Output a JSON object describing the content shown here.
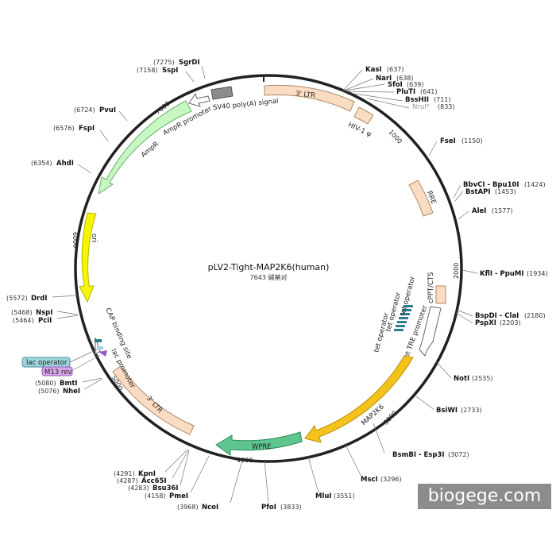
{
  "plasmid": {
    "name": "pLV2-Tight-MAP2K6(human)",
    "size_label": "7643 碱基对",
    "total_bp": 7643
  },
  "watermark": "biogege.com",
  "ticks": [
    {
      "bp": 1000,
      "label": "1000"
    },
    {
      "bp": 2000,
      "label": "2000"
    },
    {
      "bp": 3000,
      "label": "3000"
    },
    {
      "bp": 4000,
      "label": "4000"
    },
    {
      "bp": 5000,
      "label": "5000"
    },
    {
      "bp": 6000,
      "label": "6000"
    },
    {
      "bp": 7000,
      "label": "7000"
    }
  ],
  "sites": [
    {
      "name": "KasI",
      "pos": "(637)",
      "bp": 637,
      "side": "right"
    },
    {
      "name": "NarI",
      "pos": "(638)",
      "bp": 638,
      "side": "right"
    },
    {
      "name": "SfoI",
      "pos": "(639)",
      "bp": 639,
      "side": "right"
    },
    {
      "name": "PluTI",
      "pos": "(641)",
      "bp": 641,
      "side": "right"
    },
    {
      "name": "BssHII",
      "pos": "(711)",
      "bp": 711,
      "side": "right"
    },
    {
      "name": "NruI*",
      "pos": "(833)",
      "bp": 833,
      "side": "right",
      "faded": true
    },
    {
      "name": "FseI",
      "pos": "(1150)",
      "bp": 1150,
      "side": "right"
    },
    {
      "name": "BbvCI - Bpu10I",
      "pos": "(1424)",
      "bp": 1424,
      "side": "right"
    },
    {
      "name": "BstAPI",
      "pos": "(1453)",
      "bp": 1453,
      "side": "right"
    },
    {
      "name": "AleI",
      "pos": "(1577)",
      "bp": 1577,
      "side": "right"
    },
    {
      "name": "KflI - PpuMI",
      "pos": "(1934)",
      "bp": 1934,
      "side": "right"
    },
    {
      "name": "BspDI - ClaI",
      "pos": "(2180)",
      "bp": 2180,
      "side": "right"
    },
    {
      "name": "PspXI",
      "pos": "(2203)",
      "bp": 2203,
      "side": "right"
    },
    {
      "name": "NotI",
      "pos": "(2535)",
      "bp": 2535,
      "side": "right"
    },
    {
      "name": "BsiWI",
      "pos": "(2733)",
      "bp": 2733,
      "side": "right"
    },
    {
      "name": "BsmBI - Esp3I",
      "pos": "(3072)",
      "bp": 3072,
      "side": "right"
    },
    {
      "name": "MscI",
      "pos": "(3296)",
      "bp": 3296,
      "side": "right"
    },
    {
      "name": "MluI",
      "pos": "(3551)",
      "bp": 3551,
      "side": "right"
    },
    {
      "name": "PfoI",
      "pos": "(3833)",
      "bp": 3833,
      "side": "right"
    },
    {
      "name": "NcoI",
      "pos": "(3968)",
      "bp": 3968,
      "side": "left"
    },
    {
      "name": "PmeI",
      "pos": "(4158)",
      "bp": 4158,
      "side": "left"
    },
    {
      "name": "Bsu36I",
      "pos": "(4283)",
      "bp": 4283,
      "side": "left"
    },
    {
      "name": "Acc65I",
      "pos": "(4287)",
      "bp": 4287,
      "side": "left"
    },
    {
      "name": "KpnI",
      "pos": "(4291)",
      "bp": 4291,
      "side": "left"
    },
    {
      "name": "NheI",
      "pos": "(5076)",
      "bp": 5076,
      "side": "left"
    },
    {
      "name": "BmtI",
      "pos": "(5080)",
      "bp": 5080,
      "side": "left"
    },
    {
      "name": "PciI",
      "pos": "(5464)",
      "bp": 5464,
      "side": "left"
    },
    {
      "name": "NspI",
      "pos": "(5468)",
      "bp": 5468,
      "side": "left"
    },
    {
      "name": "DrdI",
      "pos": "(5572)",
      "bp": 5572,
      "side": "left"
    },
    {
      "name": "AhdI",
      "pos": "(6354)",
      "bp": 6354,
      "side": "left"
    },
    {
      "name": "FspI",
      "pos": "(6576)",
      "bp": 6576,
      "side": "left"
    },
    {
      "name": "PvuI",
      "pos": "(6724)",
      "bp": 6724,
      "side": "left"
    },
    {
      "name": "SspI",
      "pos": "(7158)",
      "bp": 7158,
      "side": "left"
    },
    {
      "name": "SgrDI",
      "pos": "(7275)",
      "bp": 7275,
      "side": "left"
    }
  ],
  "features": [
    {
      "label": "3' LTR",
      "color": "#f9dcc2"
    },
    {
      "label": "HIV-1 ψ",
      "color": "#f9dcc2"
    },
    {
      "label": "RRE",
      "color": "#f9dcc2"
    },
    {
      "label": "cPPT/CTS",
      "color": "#f9dcc2"
    },
    {
      "label": "tet operator",
      "color": "#2b7e8f"
    },
    {
      "label": "tet operator",
      "color": "#2b7e8f"
    },
    {
      "label": "tet operator",
      "color": "#2b7e8f"
    },
    {
      "label": "tight TRE promoter",
      "color": "#ffffff"
    },
    {
      "label": "MAP2K6",
      "color": "#f5c21b"
    },
    {
      "label": "WPRE",
      "color": "#5fc58f"
    },
    {
      "label": "3' LTR",
      "color": "#f9dcc2"
    },
    {
      "label": "lac promoter",
      "color": "#ffffff"
    },
    {
      "label": "CAP binding site",
      "color": "#2b7e8f"
    },
    {
      "label": "lac operator",
      "color": "#9fd4de"
    },
    {
      "label": "M13 rev",
      "color": "#d9a6e8"
    },
    {
      "label": "ori",
      "color": "#f5f500"
    },
    {
      "label": "AmpR",
      "color": "#c8f7c5"
    },
    {
      "label": "AmpR promoter",
      "color": "#ffffff"
    },
    {
      "label": "SV40 poly(A) signal",
      "color": "#8c8c8c"
    }
  ]
}
